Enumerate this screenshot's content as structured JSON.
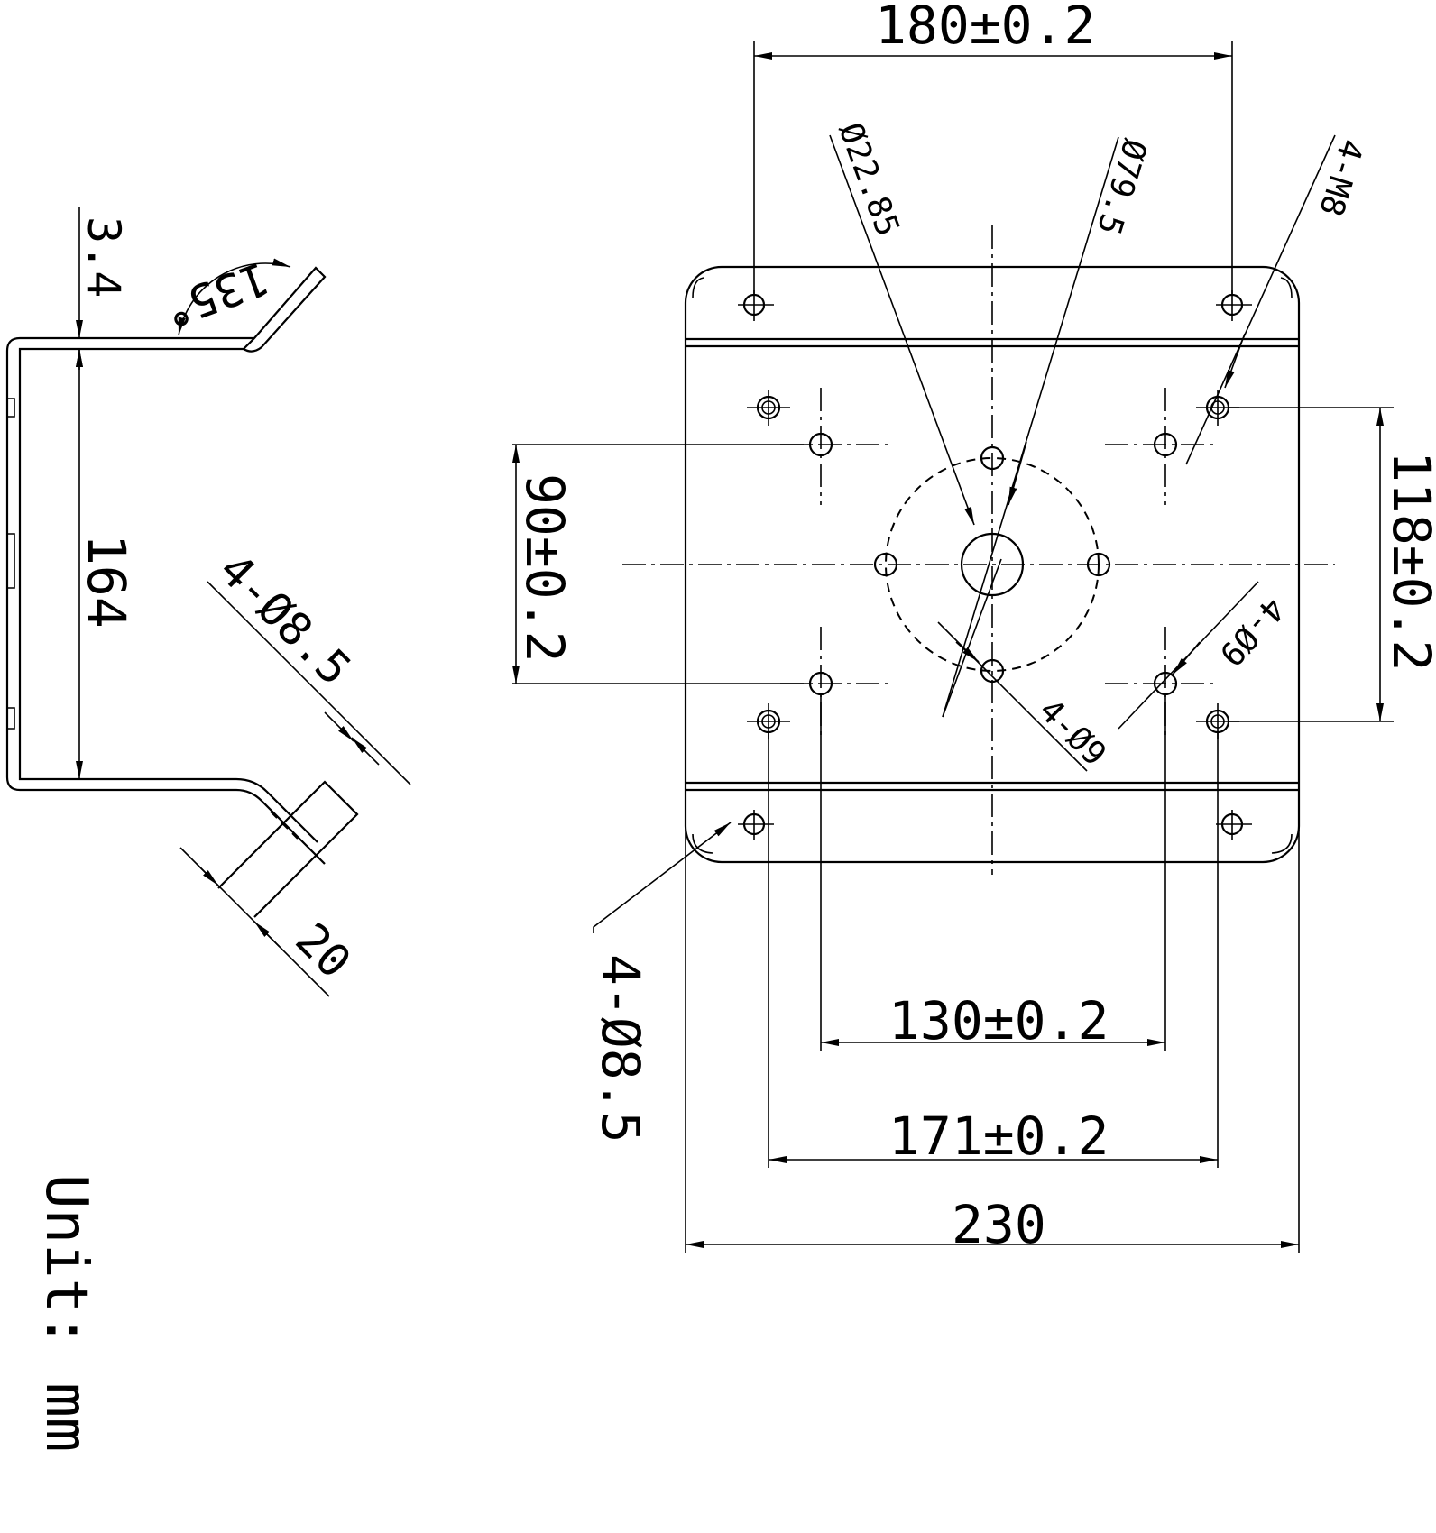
{
  "side_view": {
    "thickness": "3.4",
    "height": "164",
    "bend_angle": "135°",
    "hole_spec": "4-Ø8.5",
    "flange_width": "20"
  },
  "plan_view": {
    "top_span": "180±0.2",
    "center_hole_dia": "Ø22.85",
    "pcd_dia": "Ø79.5",
    "threaded_holes": "4-M8",
    "left_span": "90±0.2",
    "right_span": "118±0.2",
    "pcd_holes_right": "4-Ø9",
    "pcd_holes_center": "4-Ø9",
    "corner_holes": "4-Ø8.5",
    "inner_span": "130±0.2",
    "mid_span": "171±0.2",
    "overall_width": "230"
  },
  "unit_label": "Unit: mm"
}
